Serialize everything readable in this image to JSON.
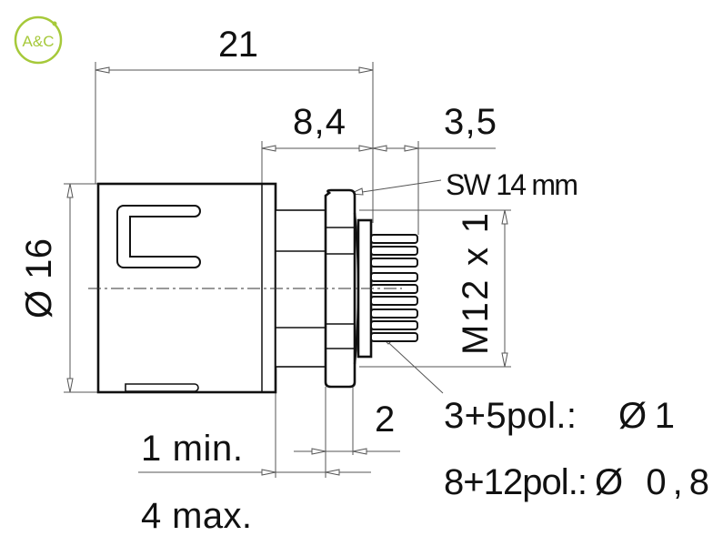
{
  "logo": {
    "text": "A&C",
    "color": "#a6c93a"
  },
  "dimensions": {
    "overall_length": "21",
    "body_to_end": "8,4",
    "pin_length": "3,5",
    "wrench_size": "SW 14 mm",
    "diameter": "Ø 16",
    "thread": "M12 x 1",
    "nut_width": "2",
    "panel_min": "1 min.",
    "panel_max": "4 max."
  },
  "pin_notes": [
    {
      "poles": "3+5pol.:",
      "diameter": "Ø 1"
    },
    {
      "poles": "8+12pol.:",
      "diameter": "Ø 0,8"
    }
  ]
}
